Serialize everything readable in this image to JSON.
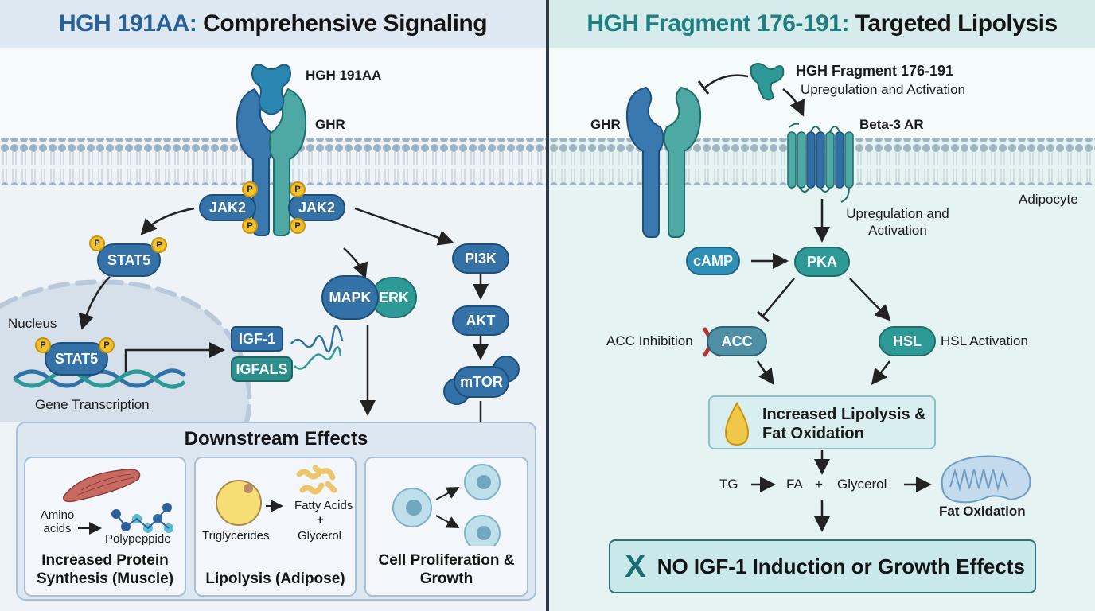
{
  "left_panel": {
    "title_accent": "HGH 191AA:",
    "title_rest": " Comprehensive Signaling",
    "ligand_label": "HGH 191AA",
    "receptor_label": "GHR",
    "jak_left": "JAK2",
    "jak_right": "JAK2",
    "phospho": "P",
    "stat5_cytoplasm": "STAT5",
    "stat5_nucleus": "STAT5",
    "nucleus_label": "Nucleus",
    "gene_transcription": "Gene Transcription",
    "igf1": "IGF-1",
    "igfals": "IGFALS",
    "mapk": "MAPK",
    "erk": "ERK",
    "pi3k": "PI3K",
    "akt": "AKT",
    "mtor": "mTOR",
    "downstream": {
      "title": "Downstream Effects",
      "cards": [
        {
          "caption": "Increased Protein Synthesis (Muscle)",
          "input": "Amino acids",
          "output": "Polypeppide"
        },
        {
          "caption": "Lipolysis (Adipose)",
          "input": "Triglycerides",
          "output_1": "Fatty Acids",
          "plus": "+",
          "output_2": "Glycerol"
        },
        {
          "caption": "Cell Proliferation & Growth"
        }
      ]
    }
  },
  "right_panel": {
    "title_accent": "HGH Fragment 176-191:",
    "title_rest": " Targeted Lipolysis",
    "fragment_label": "HGH Fragment 176-191",
    "fragment_sub": "Upregulation and Activation",
    "receptor_label": "GHR",
    "beta3_label": "Beta-3 AR",
    "cell_label": "Adipocyte",
    "upreg_label": "Upregulation and Activation",
    "camp": "cAMP",
    "pka": "PKA",
    "acc": "ACC",
    "acc_label": "ACC Inhibition",
    "hsl": "HSL",
    "hsl_label": "HSL Activation",
    "result_title": "Increased Lipolysis & Fat Oxidation",
    "tg": "TG",
    "fa": "FA",
    "plus": "+",
    "glycerol": "Glycerol",
    "fat_oxidation": "Fat Oxidation",
    "no_effects_mark": "X",
    "no_effects": "NO IGF-1 Induction or Growth Effects"
  },
  "colors": {
    "blue_accent": "#276196",
    "teal_accent": "#1f7f80",
    "phospho_yellow": "#f2c12e",
    "inhibit_red": "#c0302b"
  }
}
